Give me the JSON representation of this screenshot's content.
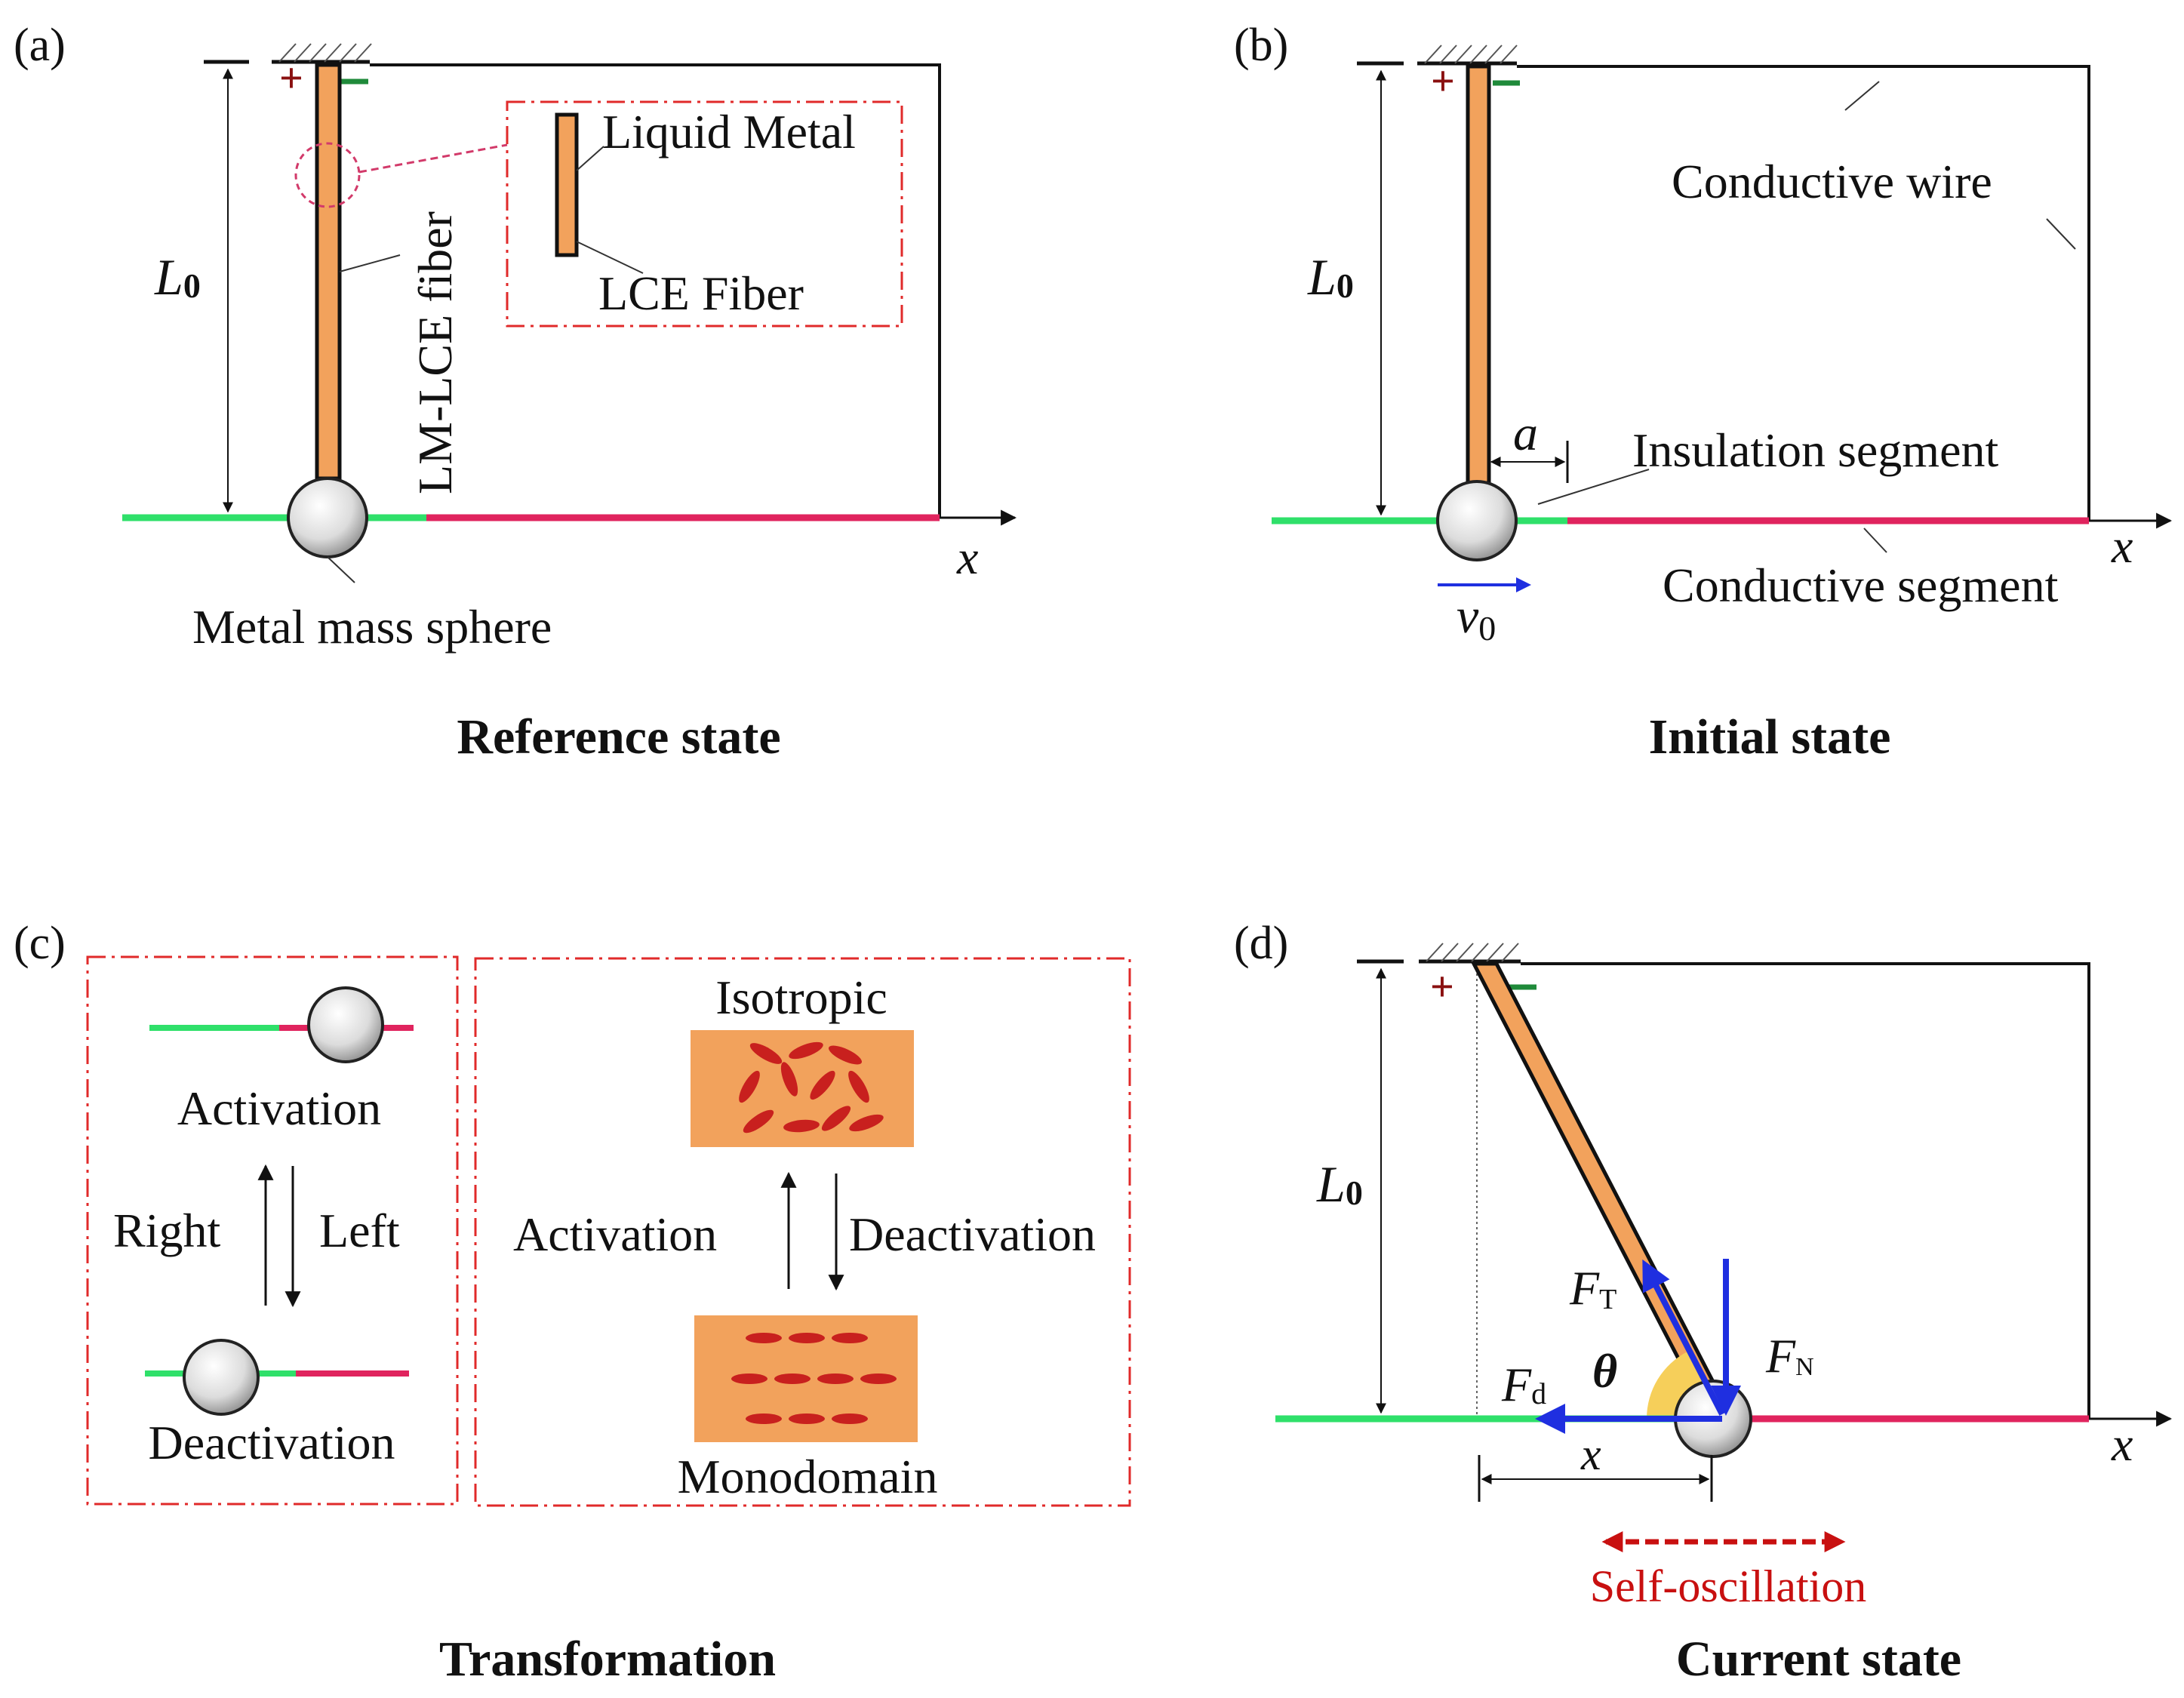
{
  "colors": {
    "fiber": "#f2a25c",
    "green_segment": "#2fe06a",
    "red_segment": "#e0245e",
    "force_arrow": "#1f2fe0",
    "frame_box": "#e02a2a",
    "molecule": "#c8201e",
    "self_oscillation": "#c81010",
    "plus": "#8a1010",
    "minus": "#1f8a3a",
    "angle_fill": "#f6cf5a"
  },
  "panel_a": {
    "tag": "(a)",
    "length_label": "L",
    "length_sub": "0",
    "fiber_label": "LM-LCE fiber",
    "inset_top": "Liquid Metal",
    "inset_bottom": "LCE Fiber",
    "sphere_label": "Metal mass sphere",
    "axis_label": "x",
    "plus": "+",
    "minus": "−",
    "caption": "Reference state"
  },
  "panel_b": {
    "tag": "(b)",
    "length_label": "L",
    "length_sub": "0",
    "offset_label": "a",
    "wire_label": "Conductive wire",
    "insulation_label": "Insulation segment",
    "conductive_label": "Conductive segment",
    "velocity_label": "v",
    "velocity_sub": "0",
    "axis_label": "x",
    "plus": "+",
    "minus": "−",
    "caption": "Initial state"
  },
  "panel_c": {
    "tag": "(c)",
    "left_top": "Activation",
    "left_bottom": "Deactivation",
    "right_word": "Right",
    "left_word": "Left",
    "isotropic": "Isotropic",
    "monodomain": "Monodomain",
    "activation": "Activation",
    "deactivation": "Deactivation",
    "caption": "Transformation"
  },
  "panel_d": {
    "tag": "(d)",
    "length_label": "L",
    "length_sub": "0",
    "ft_label": "F",
    "ft_sub": "T",
    "fn_label": "F",
    "fn_sub": "N",
    "fd_label": "F",
    "fd_sub": "d",
    "theta": "θ",
    "x_label": "x",
    "axis_label": "x",
    "self_osc": "Self-oscillation",
    "plus": "+",
    "minus": "−",
    "caption": "Current state"
  }
}
